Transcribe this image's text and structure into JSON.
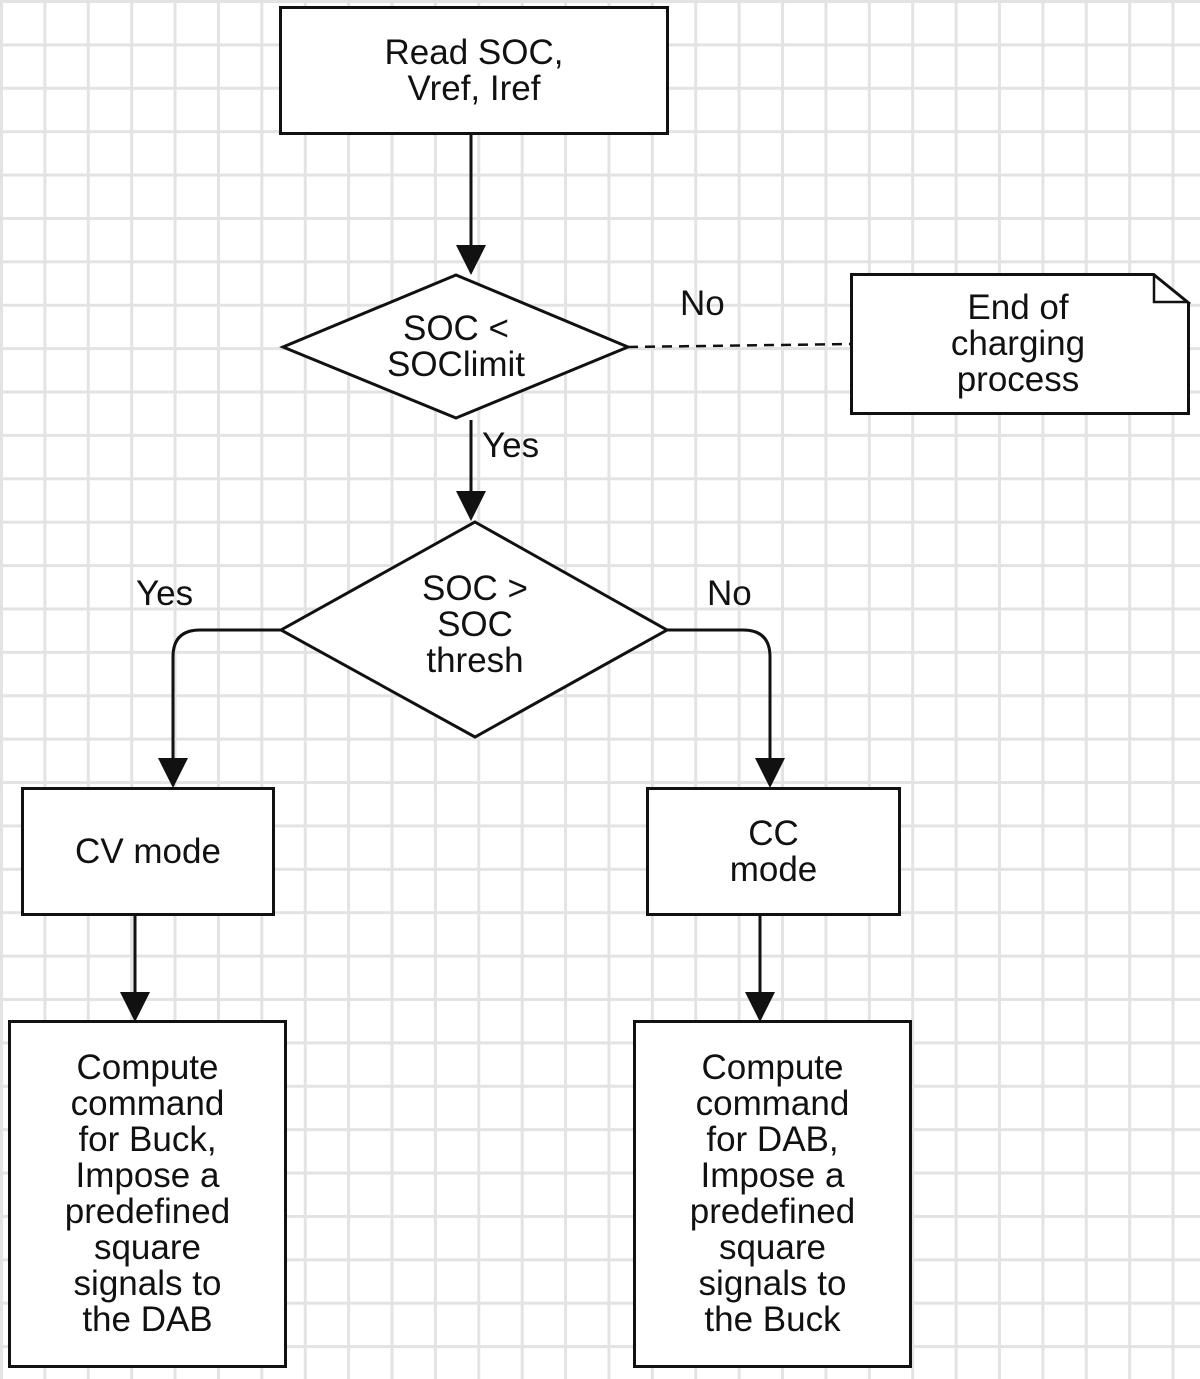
{
  "nodes": {
    "read": "Read SOC,\nVref, Iref",
    "decision_limit": "SOC <\nSOClimit",
    "end": "End of\ncharging\nprocess",
    "decision_thresh": "SOC >\nSOC\nthresh",
    "cv": "CV mode",
    "cc": "CC\nmode",
    "compute_buck": "Compute\ncommand\nfor Buck,\nImpose a\npredefined\nsquare\nsignals to\nthe DAB",
    "compute_dab": "Compute\ncommand\nfor DAB,\nImpose a\npredefined\nsquare\nsignals to\nthe Buck"
  },
  "edges": {
    "no_limit": "No",
    "yes_limit": "Yes",
    "yes_thresh": "Yes",
    "no_thresh": "No"
  }
}
